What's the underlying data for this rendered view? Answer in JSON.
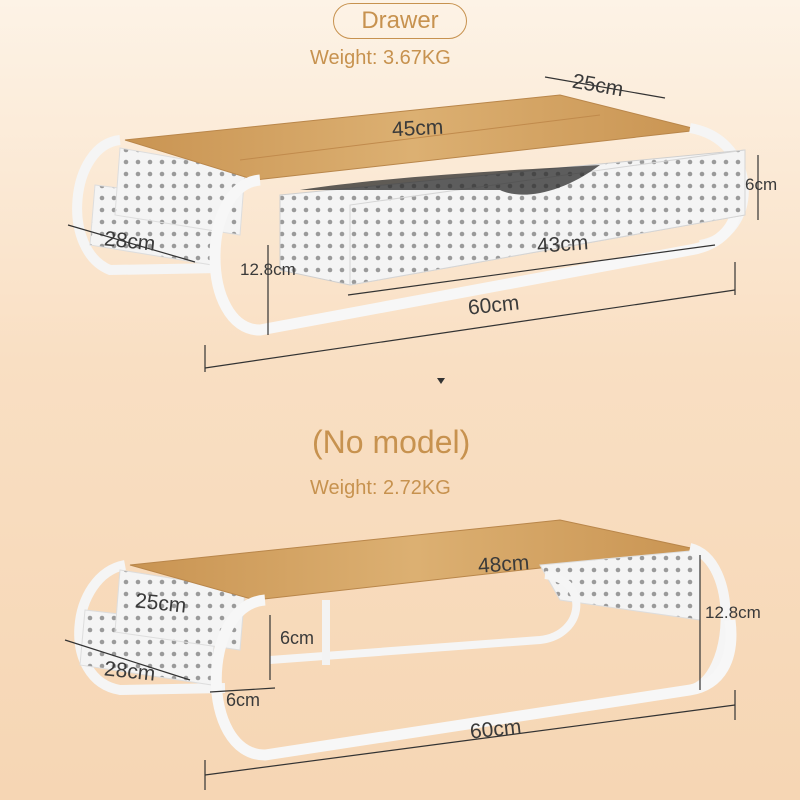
{
  "top_variant": {
    "name": "Drawer",
    "weight": "Weight: 3.67KG",
    "dims": {
      "top_depth": "25cm",
      "top_width": "45cm",
      "drawer_height": "6cm",
      "side_depth": "28cm",
      "drawer_width": "43cm",
      "total_height": "12.8cm",
      "total_width": "60cm"
    }
  },
  "bottom_variant": {
    "name": "(No model)",
    "weight": "Weight: 2.72KG",
    "dims": {
      "top_width": "48cm",
      "top_depth": "25cm",
      "total_height": "12.8cm",
      "inner_height": "6cm",
      "side_depth": "28cm",
      "leg_width": "6cm",
      "total_width": "60cm"
    }
  },
  "colors": {
    "accent": "#c7924f",
    "wood": "#d8a865",
    "metal": "#f2f2f2"
  }
}
